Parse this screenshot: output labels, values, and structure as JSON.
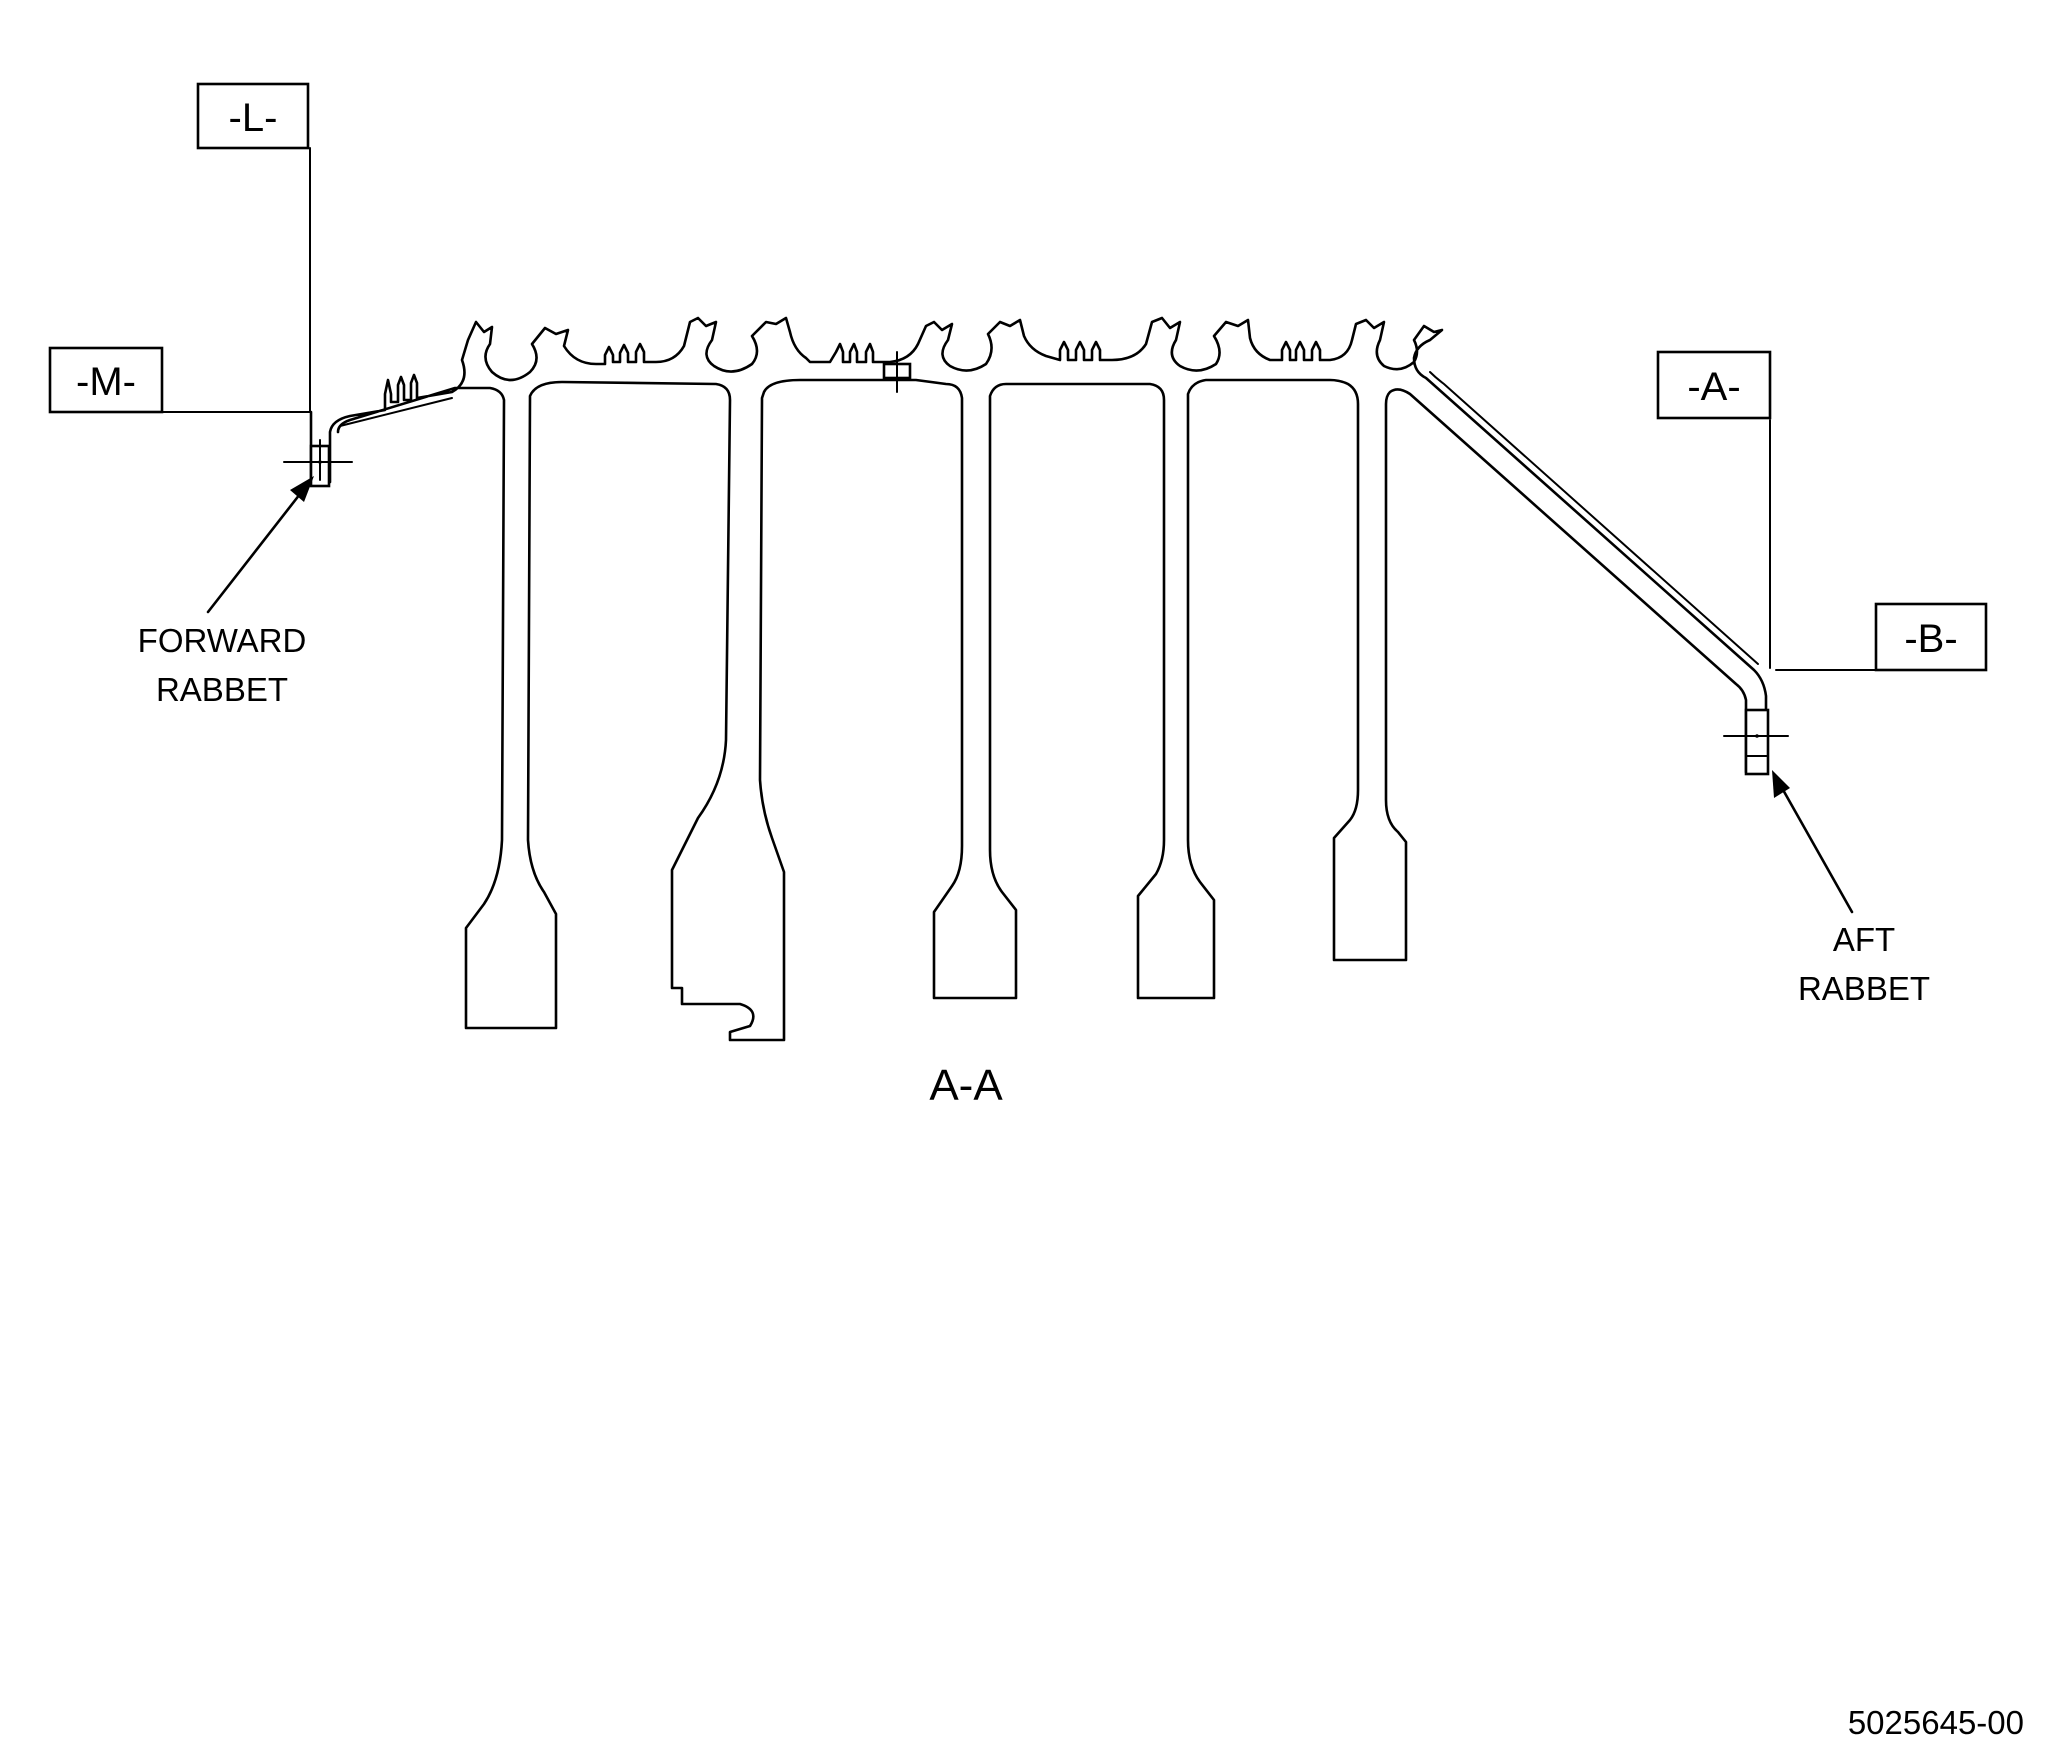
{
  "datums": {
    "L": "-L-",
    "M": "-M-",
    "A": "-A-",
    "B": "-B-"
  },
  "callouts": {
    "forward_line1": "FORWARD",
    "forward_line2": "RABBET",
    "aft_line1": "AFT",
    "aft_line2": "RABBET"
  },
  "section_title": "A-A",
  "figure_number": "5025645-00",
  "colors": {
    "line": "#000000",
    "background": "#ffffff"
  }
}
